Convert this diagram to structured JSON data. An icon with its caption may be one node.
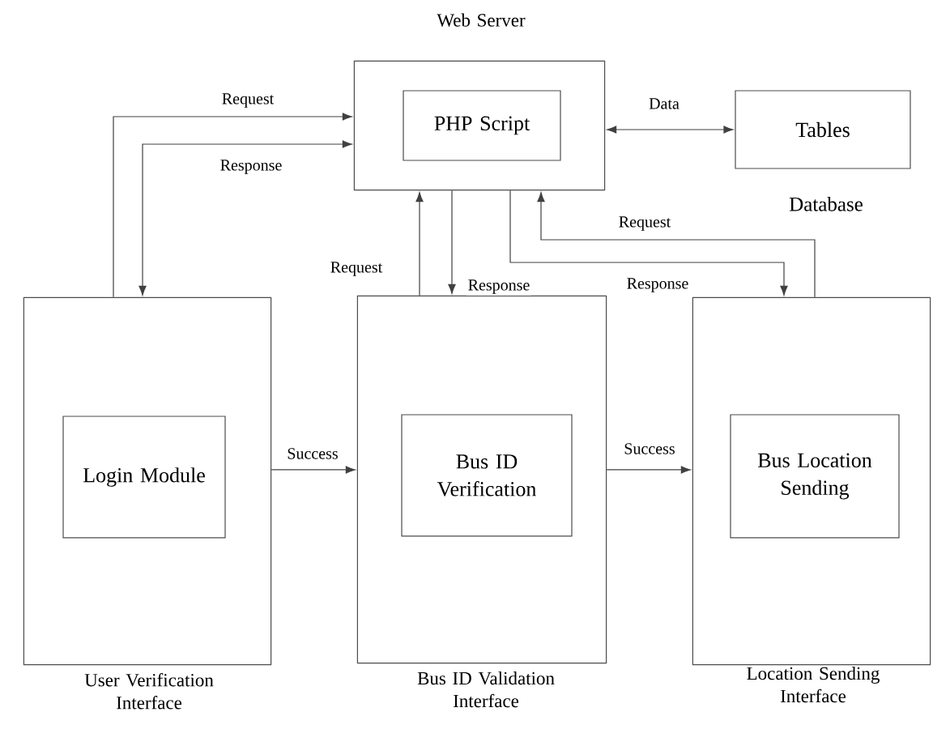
{
  "diagram": {
    "nodes": [
      {
        "text": [
          "Web Server"
        ]
      },
      {
        "text": [
          "PHP Script"
        ],
        "in": 0
      },
      {
        "text": [
          "Tables"
        ],
        "beside": [
          "Database"
        ]
      },
      {
        "text": [
          "User Verification Interface"
        ]
      },
      {
        "text": [
          "Login Module"
        ],
        "in": 3
      },
      {
        "text": [
          "Bus ID Validation Interface"
        ]
      },
      {
        "text": [
          "Bus ID Verification"
        ],
        "in": 5
      },
      {
        "text": [
          "Location Sending Interface"
        ]
      },
      {
        "text": [
          "Bus Location Sending"
        ],
        "in": 7
      }
    ],
    "edges": [
      {
        "from": 3,
        "to": 0,
        "arrow": "to",
        "label": "Request"
      },
      {
        "from": 0,
        "to": 3,
        "arrow": "both",
        "label": "Response"
      },
      {
        "from": 0,
        "to": 2,
        "arrow": "both",
        "label": "Data"
      },
      {
        "from": 5,
        "to": 0,
        "arrow": "to",
        "label": "Request"
      },
      {
        "from": 0,
        "to": 5,
        "arrow": "to",
        "label": "Response"
      },
      {
        "from": 7,
        "to": 0,
        "arrow": "to",
        "label": "Request"
      },
      {
        "from": 0,
        "to": 7,
        "arrow": "to",
        "label": "Response"
      },
      {
        "from": 3,
        "to": 5,
        "arrow": "to",
        "label": "Success"
      },
      {
        "from": 5,
        "to": 7,
        "arrow": "to",
        "label": "Success"
      }
    ]
  }
}
